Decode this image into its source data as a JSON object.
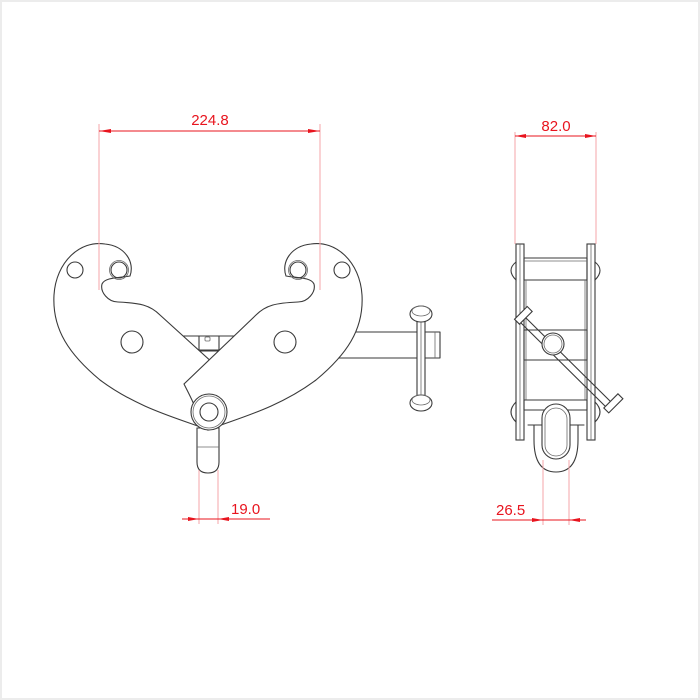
{
  "drawing": {
    "subject": "beam clamp",
    "views": [
      "front-view",
      "side-view"
    ],
    "colors": {
      "dimension": "#e8141e",
      "extension_line": "#f4a5a8",
      "outline": "#3a3a3a",
      "border": "#ececec",
      "background": "#ffffff"
    }
  },
  "dimensions": {
    "jaw_span": "224.8",
    "side_width": "82.0",
    "shackle_width": "19.0",
    "eye_width": "26.5"
  }
}
